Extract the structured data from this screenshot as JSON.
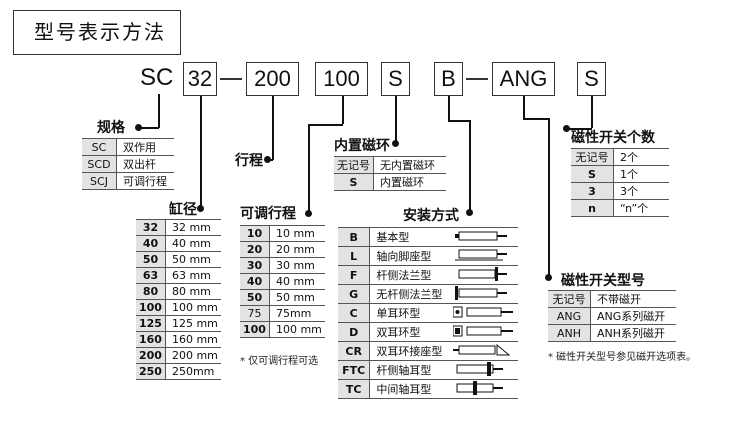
{
  "title": "型号表示方法",
  "code": {
    "prefix": "SC",
    "boxes": [
      "32",
      "200",
      "100",
      "S",
      "B",
      "ANG",
      "S"
    ]
  },
  "spec": {
    "label": "规格",
    "rows": [
      [
        "SC",
        "双作用"
      ],
      [
        "SCD",
        "双出杆"
      ],
      [
        "SCJ",
        "可调行程"
      ]
    ]
  },
  "bore": {
    "label": "缸径",
    "rows": [
      [
        "32",
        "32 mm"
      ],
      [
        "40",
        "40 mm"
      ],
      [
        "50",
        "50 mm"
      ],
      [
        "63",
        "63 mm"
      ],
      [
        "80",
        "80 mm"
      ],
      [
        "100",
        "100 mm"
      ],
      [
        "125",
        "125 mm"
      ],
      [
        "160",
        "160 mm"
      ],
      [
        "200",
        "200 mm"
      ],
      [
        "250",
        "250mm"
      ]
    ]
  },
  "stroke": {
    "label": "行程"
  },
  "adj_stroke": {
    "label": "可调行程",
    "rows": [
      [
        "10",
        "10 mm"
      ],
      [
        "20",
        "20 mm"
      ],
      [
        "30",
        "30 mm"
      ],
      [
        "40",
        "40 mm"
      ],
      [
        "50",
        "50 mm"
      ],
      [
        "75",
        "75mm"
      ],
      [
        "100",
        "100 mm"
      ]
    ],
    "note": "* 仅可调行程可选"
  },
  "magnet": {
    "label": "内置磁环",
    "rows": [
      [
        "无记号",
        "无内置磁环"
      ],
      [
        "S",
        "内置磁环"
      ]
    ]
  },
  "mounting": {
    "label": "安装方式",
    "rows": [
      [
        "B",
        "基本型"
      ],
      [
        "L",
        "轴向脚座型"
      ],
      [
        "F",
        "杆侧法兰型"
      ],
      [
        "G",
        "无杆侧法兰型"
      ],
      [
        "C",
        "单耳环型"
      ],
      [
        "D",
        "双耳环型"
      ],
      [
        "CR",
        "双耳环接座型"
      ],
      [
        "FTC",
        "杆侧轴耳型"
      ],
      [
        "TC",
        "中间轴耳型"
      ]
    ]
  },
  "switch_count": {
    "label": "磁性开关个数",
    "rows": [
      [
        "无记号",
        "2个"
      ],
      [
        "S",
        "1个"
      ],
      [
        "3",
        "3个"
      ],
      [
        "n",
        "“n”个"
      ]
    ]
  },
  "switch_model": {
    "label": "磁性开关型号",
    "rows": [
      [
        "无记号",
        "不带磁开"
      ],
      [
        "ANG",
        "ANG系列磁开"
      ],
      [
        "ANH",
        "ANH系列磁开"
      ]
    ],
    "note": "* 磁性开关型号参见磁开选项表。"
  }
}
